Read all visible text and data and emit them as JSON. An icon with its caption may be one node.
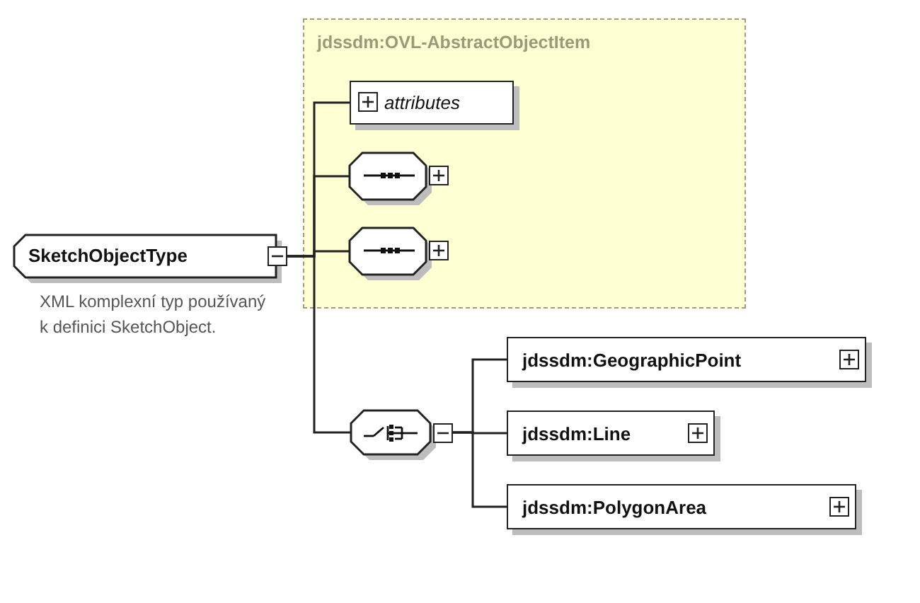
{
  "diagram": {
    "nodes": [
      {
        "text": [
          "SketchObjectType"
        ],
        "beside": [
          "XML komplexní typ používaný k definici SketchObject."
        ]
      },
      {
        "text": [
          "jdssdm:OVL-AbstractObjectItem"
        ]
      },
      {
        "text": [
          "attributes"
        ],
        "in": 1
      },
      {
        "text": [],
        "shape": "octagon",
        "in": 1
      },
      {
        "text": [],
        "shape": "octagon",
        "in": 1
      },
      {
        "text": [],
        "shape": "octagon"
      },
      {
        "text": [
          "jdssdm:GeographicPoint"
        ]
      },
      {
        "text": [
          "jdssdm:Line"
        ]
      },
      {
        "text": [
          "jdssdm:PolygonArea"
        ]
      }
    ],
    "edges": [
      {
        "from": 0,
        "to": 2,
        "arrow": "none"
      },
      {
        "from": 0,
        "to": 3,
        "arrow": "none"
      },
      {
        "from": 0,
        "to": 4,
        "arrow": "none"
      },
      {
        "from": 0,
        "to": 5,
        "arrow": "none"
      },
      {
        "from": 5,
        "to": 6,
        "arrow": "none"
      },
      {
        "from": 5,
        "to": 7,
        "arrow": "none"
      },
      {
        "from": 5,
        "to": 8,
        "arrow": "none"
      }
    ]
  }
}
